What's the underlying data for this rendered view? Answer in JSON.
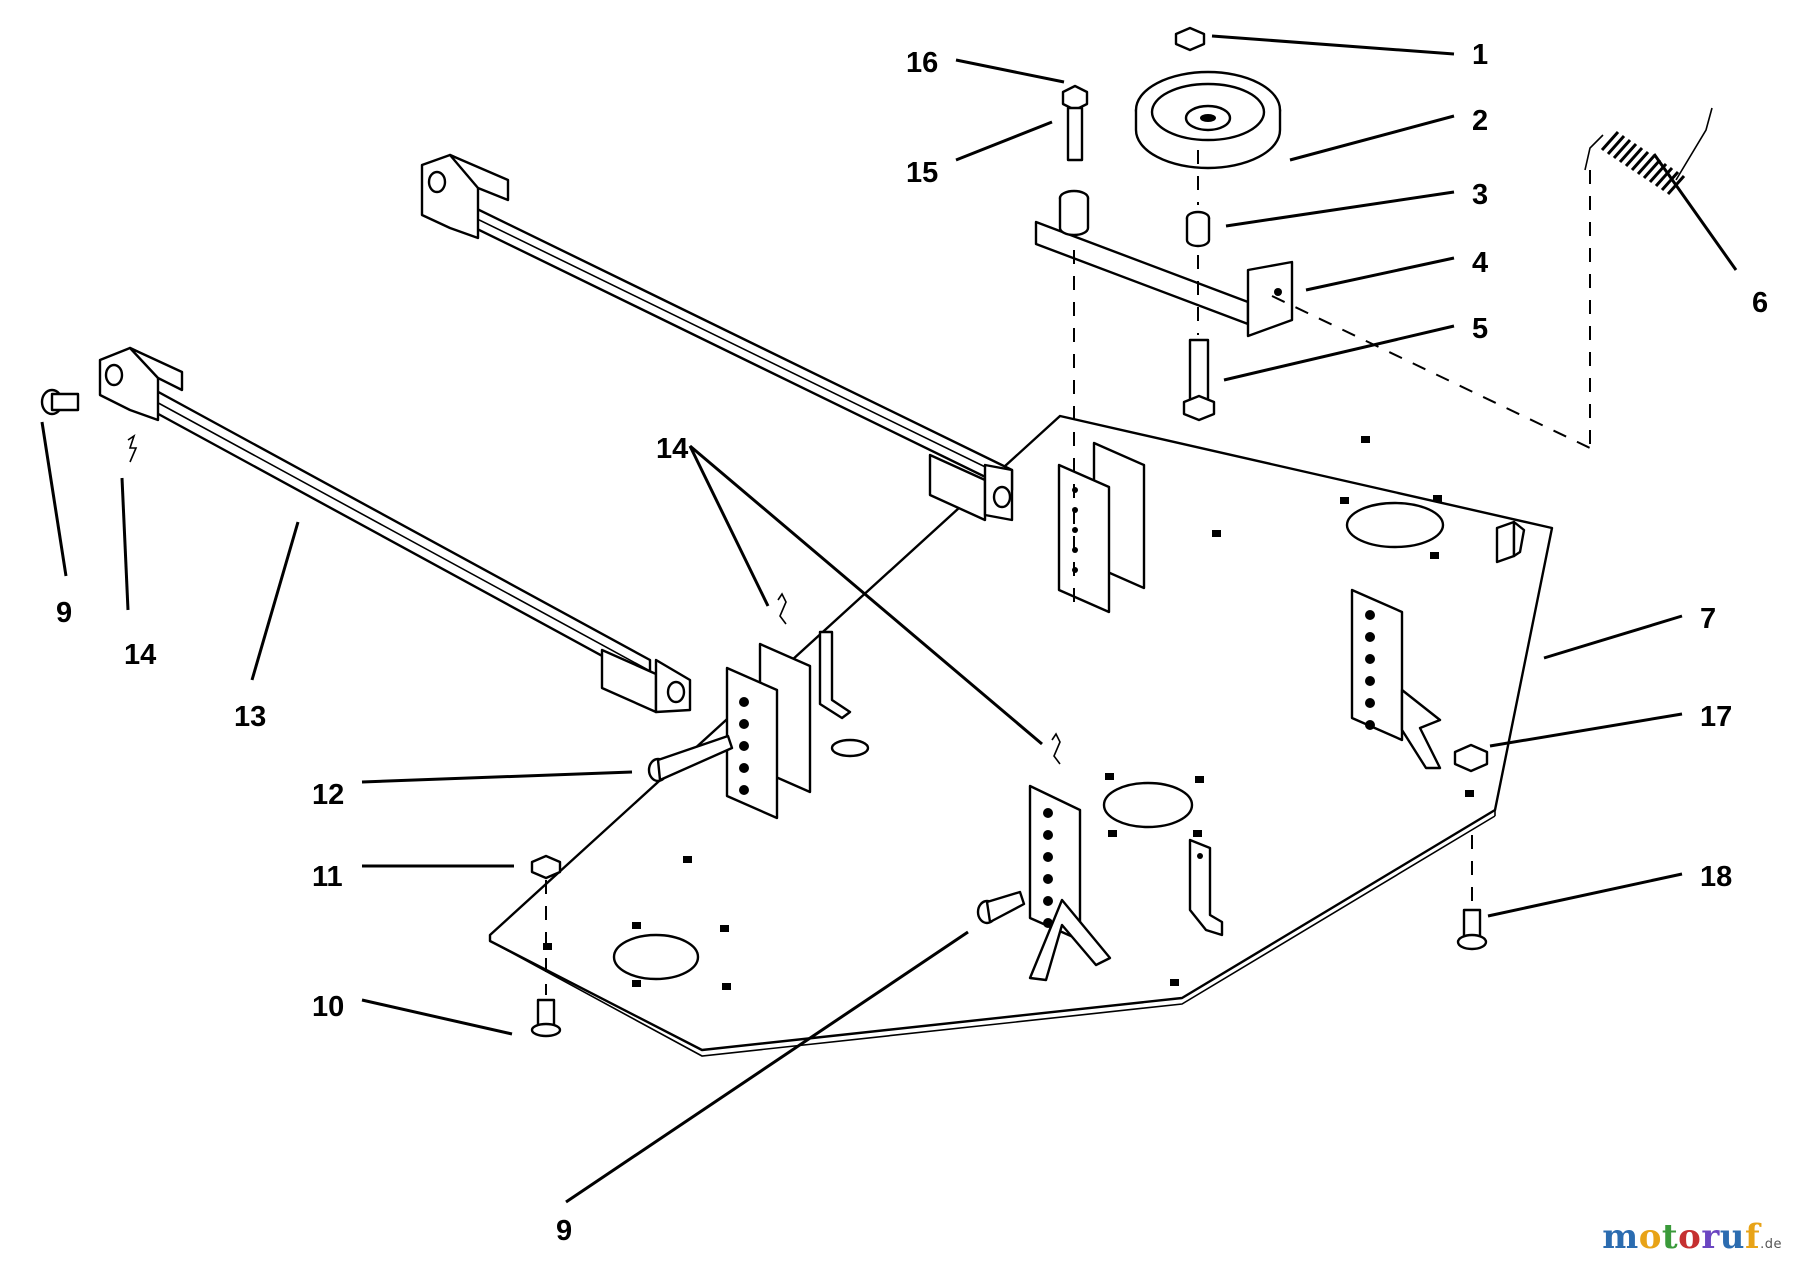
{
  "diagram": {
    "callouts": [
      {
        "id": "c1",
        "label": "1"
      },
      {
        "id": "c2",
        "label": "2"
      },
      {
        "id": "c3",
        "label": "3"
      },
      {
        "id": "c4",
        "label": "4"
      },
      {
        "id": "c5",
        "label": "5"
      },
      {
        "id": "c6",
        "label": "6"
      },
      {
        "id": "c7",
        "label": "7"
      },
      {
        "id": "c9a",
        "label": "9"
      },
      {
        "id": "c9b",
        "label": "9"
      },
      {
        "id": "c10",
        "label": "10"
      },
      {
        "id": "c11",
        "label": "11"
      },
      {
        "id": "c12",
        "label": "12"
      },
      {
        "id": "c13",
        "label": "13"
      },
      {
        "id": "c14a",
        "label": "14"
      },
      {
        "id": "c14b",
        "label": "14"
      },
      {
        "id": "c15",
        "label": "15"
      },
      {
        "id": "c16",
        "label": "16"
      },
      {
        "id": "c17",
        "label": "17"
      },
      {
        "id": "c18",
        "label": "18"
      }
    ]
  },
  "watermark": {
    "letters": [
      "m",
      "o",
      "t",
      "o",
      "r",
      "u",
      "f"
    ],
    "letter_colors": [
      "#2b6cb0",
      "#e8a317",
      "#3a9a3a",
      "#c53030",
      "#6b46c1",
      "#2b6cb0",
      "#e8a317"
    ],
    "suffix": ".de"
  }
}
